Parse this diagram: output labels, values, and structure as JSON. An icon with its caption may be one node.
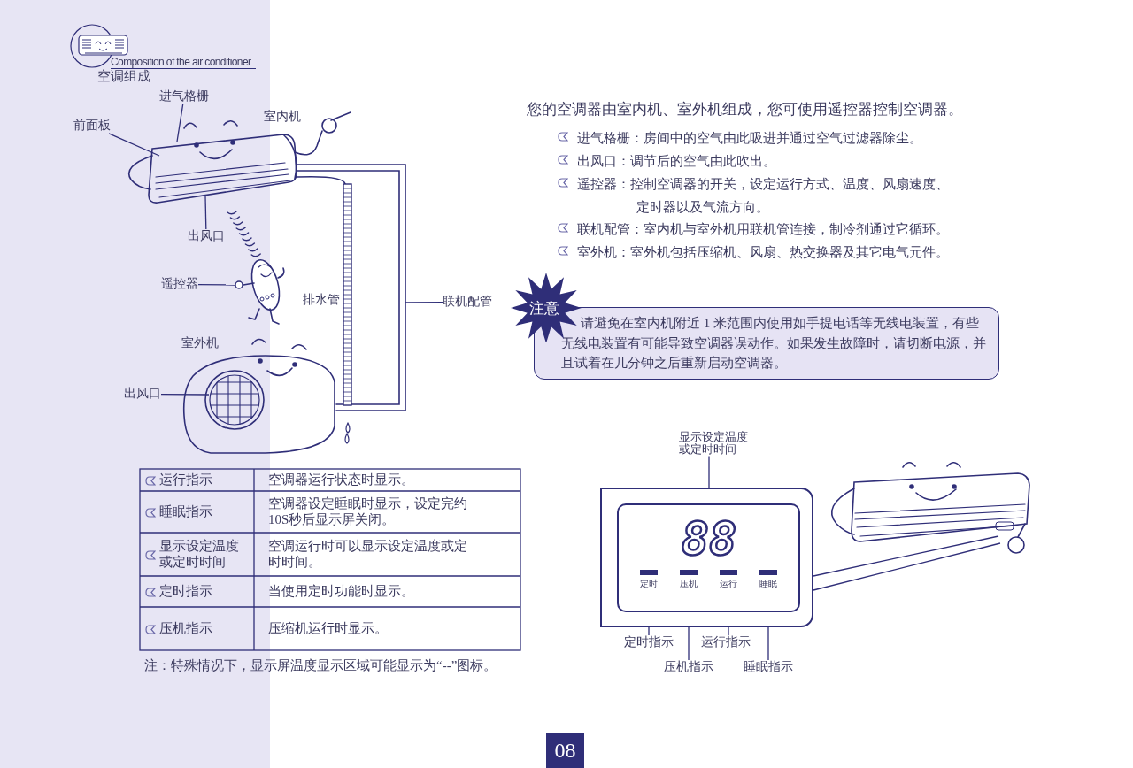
{
  "diagram": {
    "title": "空调组成",
    "nodes": [
      {
        "text": [
          "前面板"
        ]
      },
      {
        "text": [
          "进气格栅"
        ]
      },
      {
        "text": [
          "出风口"
        ]
      },
      {
        "text": [
          "遥控器"
        ]
      },
      {
        "text": [
          "联机配管"
        ]
      },
      {
        "text": [
          "出风口"
        ]
      },
      {
        "text": [],
        "shape": "picture"
      },
      {
        "text": [],
        "shape": "picture"
      },
      {
        "text": [],
        "shape": "picture"
      },
      {
        "text": [],
        "shape": "picture"
      },
      {
        "text": [
          "注意"
        ]
      },
      {
        "text": [
          "请避免在室内机附近 1 米范围内使用如手提电话等无线电装置，有些无线电装置有可能导致空调器误动作。如果发生故障时，请切断电源，并且试着在几分钟之后重新启动空调器。"
        ]
      },
      {
        "text": [
          "显示设定温度或定时时间"
        ]
      },
      {
        "text": [],
        "shape": "box"
      },
      {
        "text": [],
        "shape": "box",
        "in": 13
      },
      {
        "text": [
          "88"
        ],
        "in": 14
      },
      {
        "text": [
          "定时"
        ],
        "in": 14
      },
      {
        "text": [
          "压机"
        ],
        "in": 14
      },
      {
        "text": [
          "运行"
        ],
        "in": 14
      },
      {
        "text": [
          "睡眠"
        ],
        "in": 14
      },
      {
        "text": [
          "定时指示"
        ]
      },
      {
        "text": [
          "压机指示"
        ]
      },
      {
        "text": [
          "运行指示"
        ]
      },
      {
        "text": [
          "睡眠指示"
        ]
      },
      {
        "text": [],
        "shape": "picture"
      }
    ],
    "edges": [
      {
        "from": 0,
        "to": 6,
        "arrow": "none"
      },
      {
        "from": 1,
        "to": 6,
        "arrow": "none"
      },
      {
        "from": 2,
        "to": 6,
        "arrow": "none"
      },
      {
        "from": 3,
        "to": 7,
        "arrow": "none"
      },
      {
        "from": 4,
        "to": 8,
        "arrow": "none"
      },
      {
        "from": 5,
        "to": 9,
        "arrow": "none"
      },
      {
        "from": 12,
        "to": 15,
        "arrow": "none"
      },
      {
        "from": 20,
        "to": 16,
        "arrow": "none"
      },
      {
        "from": 21,
        "to": 17,
        "arrow": "none"
      },
      {
        "from": 22,
        "to": 18,
        "arrow": "none"
      },
      {
        "from": 23,
        "to": 19,
        "arrow": "none"
      },
      {
        "from": 13,
        "to": 24,
        "arrow": "none"
      },
      {
        "from": 13,
        "to": 24,
        "arrow": "none"
      }
    ],
    "labels": [
      "Composition of the air conditioner",
      "室内机",
      "排水管",
      "室外机",
      "您的空调器由室内机、室外机组成，您可使用遥控器控制空调器。",
      "进气格栅：房间中的空气由此吸进并通过空气过滤器除尘。",
      "出风口：调节后的空气由此吹出。",
      "遥控器：控制空调器的开关，设定运行方式、温度、风扇速度、定时器以及气流方向。",
      "联机配管：室内机与室外机用联机管连接，制冷剂通过它循环。",
      "室外机：室外机包括压缩机、风扇、热交换器及其它电气元件。",
      "运行指示",
      "空调器运行状态时显示。",
      "睡眠指示",
      "空调器设定睡眠时显示，设定完约10S秒后显示屏关闭。",
      "显示设定温度或定时时间",
      "空调运行时可以显示设定温度或定时时间。",
      "定时指示",
      "当使用定时功能时显示。",
      "压机指示",
      "压缩机运行时显示。",
      "注：特殊情况下，显示屏温度显示区域可能显示为“--”图标。",
      "08"
    ]
  }
}
